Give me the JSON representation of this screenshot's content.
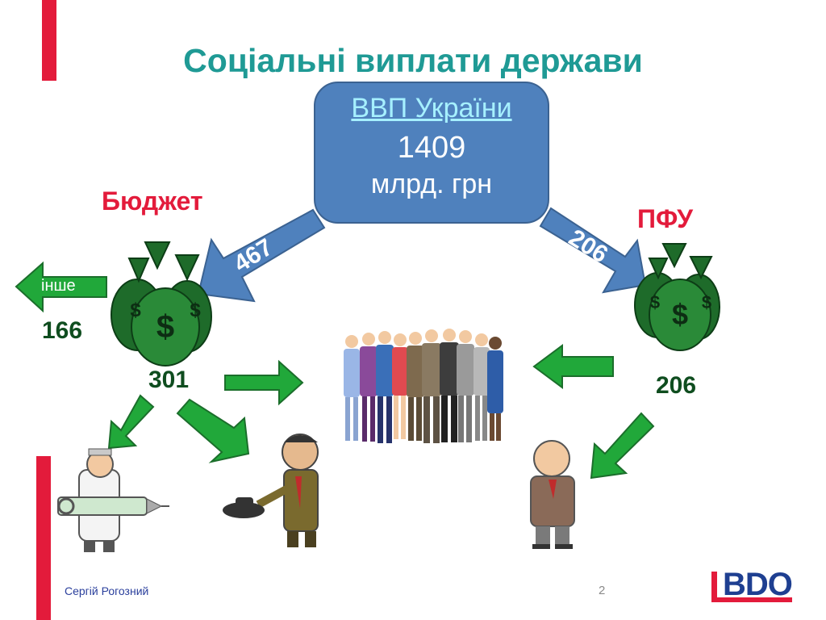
{
  "title": "Соціальні виплати держави",
  "gdp_box": {
    "title": "ВВП України",
    "value": "1409",
    "unit": "млрд. грн"
  },
  "budget": {
    "label": "Бюджет",
    "inflow": "467",
    "amount": "301",
    "other_label": "інше",
    "other_amount": "166"
  },
  "pension_fund": {
    "label": "ПФУ",
    "inflow": "206",
    "amount": "206"
  },
  "footer": {
    "author": "Сергій Рогозний",
    "page_number": "2",
    "logo": "BDO"
  },
  "colors": {
    "title": "#1f9a95",
    "box": "#4f81bd",
    "accent_red": "#e31b3b",
    "money_green": "#1e6b2a",
    "arrow_green": "#21a83a"
  }
}
